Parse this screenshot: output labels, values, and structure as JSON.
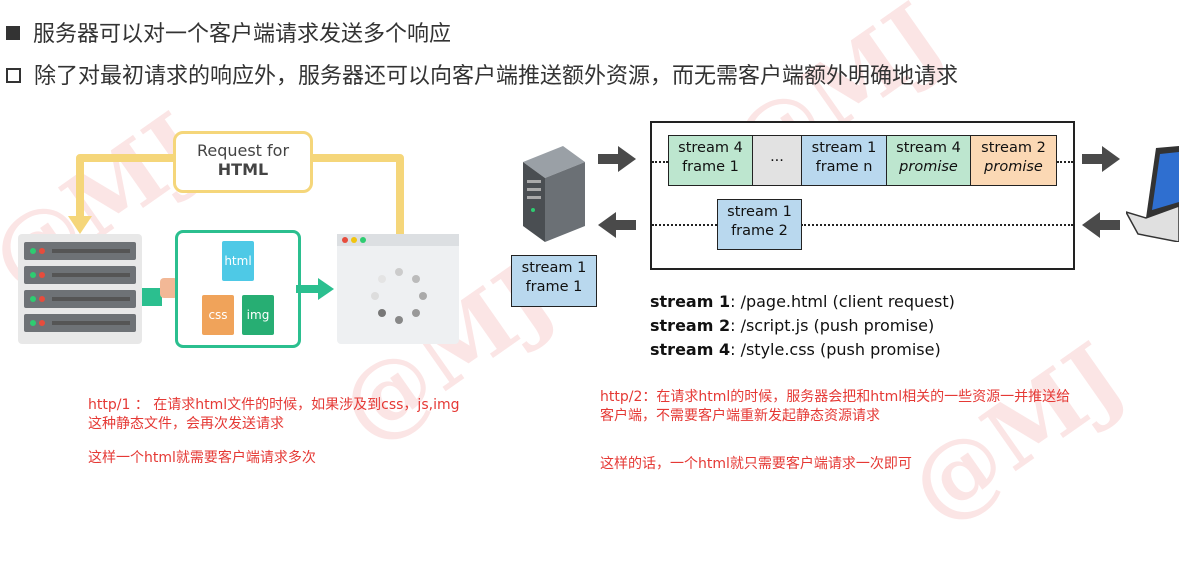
{
  "header": {
    "line1": "服务器可以对一个客户端请求发送多个响应",
    "line2": "除了对最初请求的响应外，服务器还可以向客户端推送额外资源，而无需客户端额外明确地请求"
  },
  "left_diagram": {
    "request_label_1": "Request for",
    "request_label_2": "HTML",
    "file_html": "html",
    "file_css": "css",
    "file_img": "img",
    "colors": {
      "green": "#2bbf8f",
      "yellow": "#f5d67a",
      "css_file": "#f0a35a",
      "img_file": "#27ae73",
      "html_file": "#4ec9e6"
    }
  },
  "right_diagram": {
    "top_frames": [
      {
        "l1": "stream 4",
        "l2": "frame 1",
        "color": "green",
        "italic": false
      },
      {
        "l1": "...",
        "l2": "",
        "color": "grey",
        "italic": false
      },
      {
        "l1": "stream 1",
        "l2": "frame n",
        "color": "blue",
        "italic": false
      },
      {
        "l1": "stream 4",
        "l2": "promise",
        "color": "green",
        "italic": true
      },
      {
        "l1": "stream 2",
        "l2": "promise",
        "color": "peach",
        "italic": true
      }
    ],
    "request_frame": {
      "l1": "stream 1",
      "l2": "frame 2"
    },
    "outside_frame": {
      "l1": "stream 1",
      "l2": "frame 1"
    },
    "streams": [
      {
        "name": "stream 1",
        "desc": ": /page.html  (client request)"
      },
      {
        "name": "stream 2",
        "desc": ": /script.js  (push promise)"
      },
      {
        "name": "stream 4",
        "desc": ": /style.css  (push promise)"
      }
    ]
  },
  "notes": {
    "http1_a": "http/1 ： 在请求html文件的时候，如果涉及到css，js,img",
    "http1_b": "这种静态文件，会再次发送请求",
    "http1_c": "这样一个html就需要客户端请求多次",
    "http2_a": "http/2：在请求html的时候，服务器会把和html相关的一些资源一并推送给",
    "http2_b": "客户端，不需要客户端重新发起静态资源请求",
    "http2_c": "这样的话，一个html就只需要客户端请求一次即可"
  }
}
